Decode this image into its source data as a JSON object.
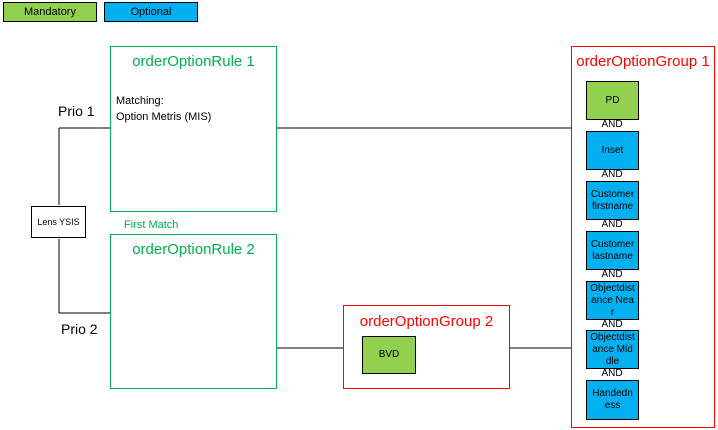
{
  "legend": {
    "mandatory": "Mandatory",
    "optional": "Optional"
  },
  "colors": {
    "mandatory": "#92d050",
    "optional": "#00b0f0",
    "rule_border": "#00b050",
    "group_border": "#ff0000"
  },
  "lens": {
    "label": "Lens YSIS"
  },
  "prio": {
    "p1": "Prio 1",
    "p2": "Prio 2"
  },
  "first_match": "First Match",
  "rule1": {
    "title": "orderOptionRule 1",
    "matching_label": "Matching:",
    "matching_value": "Option Metris (MIS)"
  },
  "rule2": {
    "title": "orderOptionRule 2"
  },
  "group1": {
    "title": "orderOptionGroup 1",
    "items": [
      {
        "label": "PD",
        "kind": "mandatory"
      },
      {
        "label": "Inset",
        "kind": "optional"
      },
      {
        "label": "Customer firstname",
        "kind": "optional"
      },
      {
        "label": "Customer lastname",
        "kind": "optional"
      },
      {
        "label": "Objectdistance Near",
        "kind": "optional"
      },
      {
        "label": "Objectdistance Middle",
        "kind": "optional"
      },
      {
        "label": "Handedness",
        "kind": "optional"
      }
    ],
    "connector": "AND"
  },
  "group2": {
    "title": "orderOptionGroup 2",
    "item": {
      "label": "BVD",
      "kind": "mandatory"
    }
  }
}
